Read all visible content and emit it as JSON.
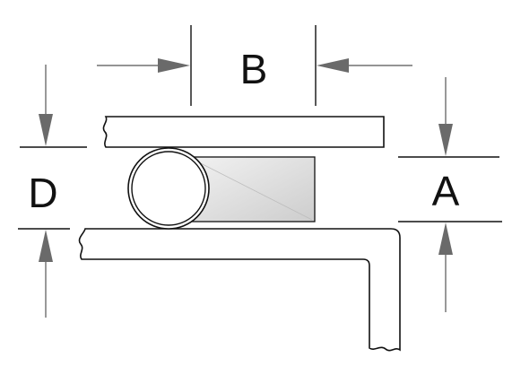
{
  "labels": {
    "b": "B",
    "a": "A",
    "d": "D"
  },
  "colors": {
    "stroke": "#111111",
    "dimension_line": "#555555",
    "arrow_fill": "#6a6a6a",
    "backup_ring_light": "#efefef",
    "backup_ring_dark": "#cfcfcf",
    "background": "#ffffff"
  }
}
